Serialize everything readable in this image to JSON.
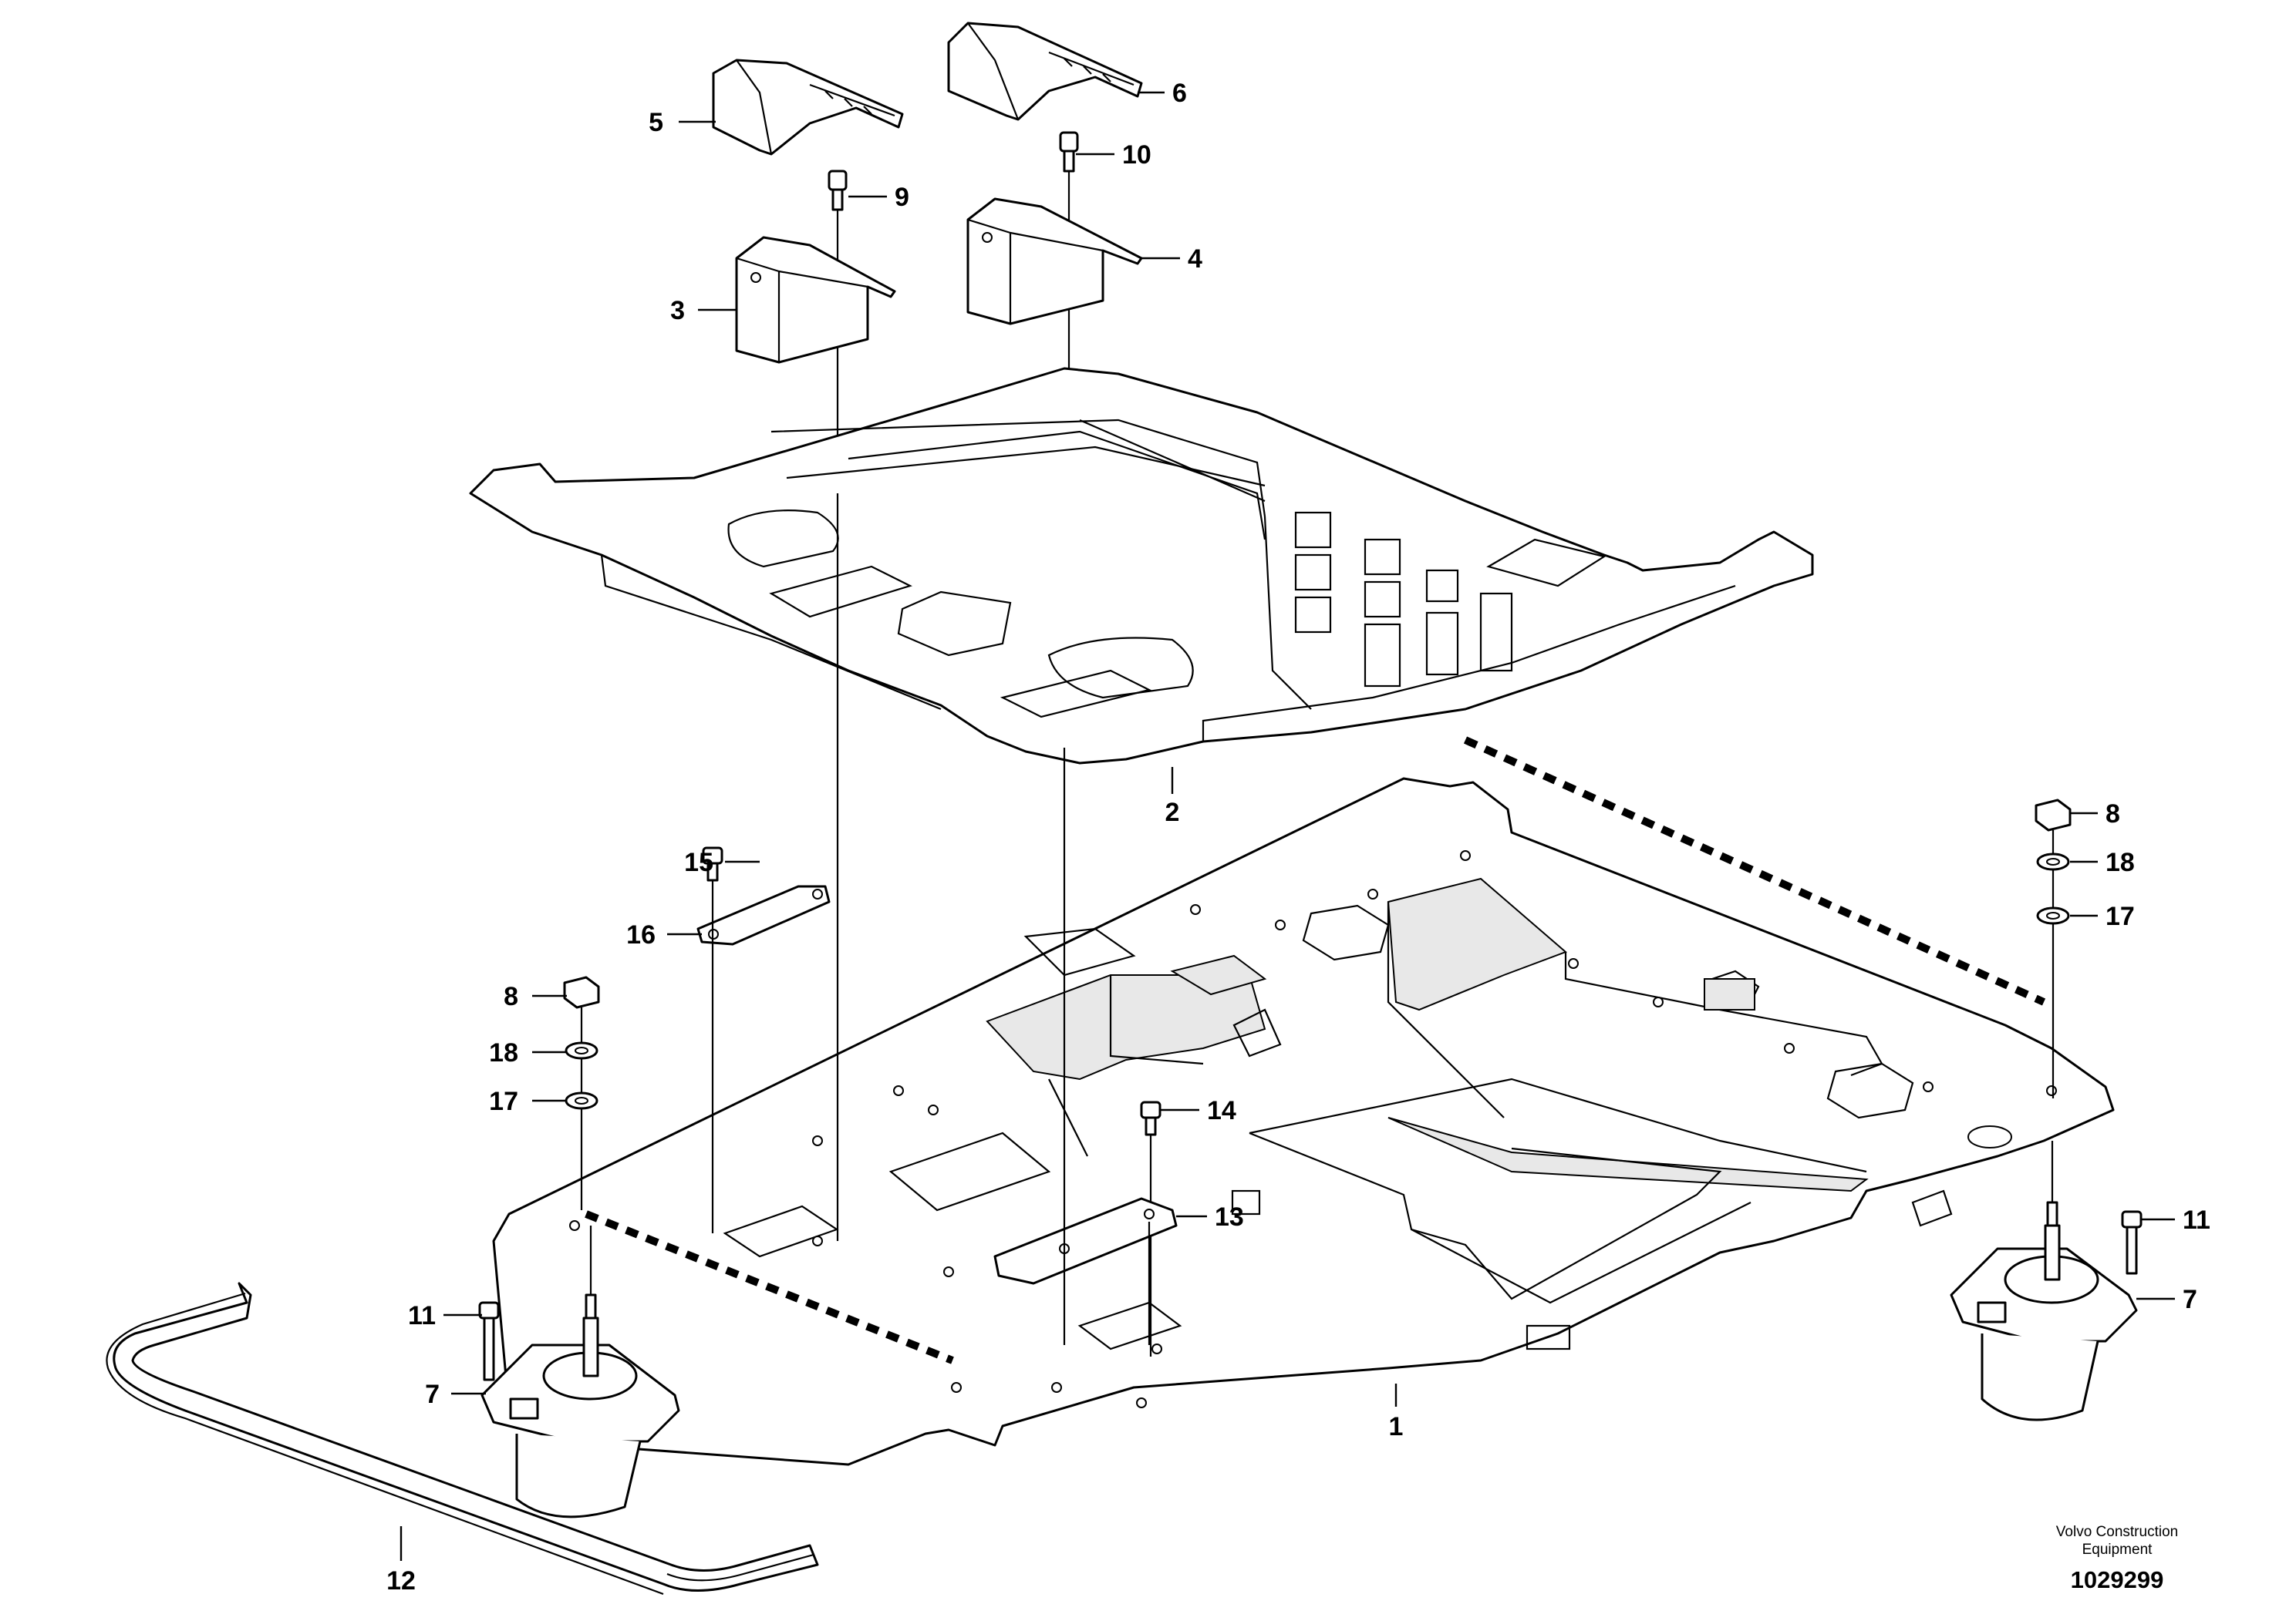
{
  "callouts": {
    "c1": "1",
    "c2": "2",
    "c3": "3",
    "c4": "4",
    "c5": "5",
    "c6": "6",
    "c7a": "7",
    "c7b": "7",
    "c8a": "8",
    "c8b": "8",
    "c9": "9",
    "c10": "10",
    "c11a": "11",
    "c11b": "11",
    "c12": "12",
    "c13": "13",
    "c14": "14",
    "c15": "15",
    "c16": "16",
    "c17a": "17",
    "c17b": "17",
    "c18a": "18",
    "c18b": "18"
  },
  "credit": {
    "line1": "Volvo Construction",
    "line2": "Equipment"
  },
  "document_number": "1029299"
}
